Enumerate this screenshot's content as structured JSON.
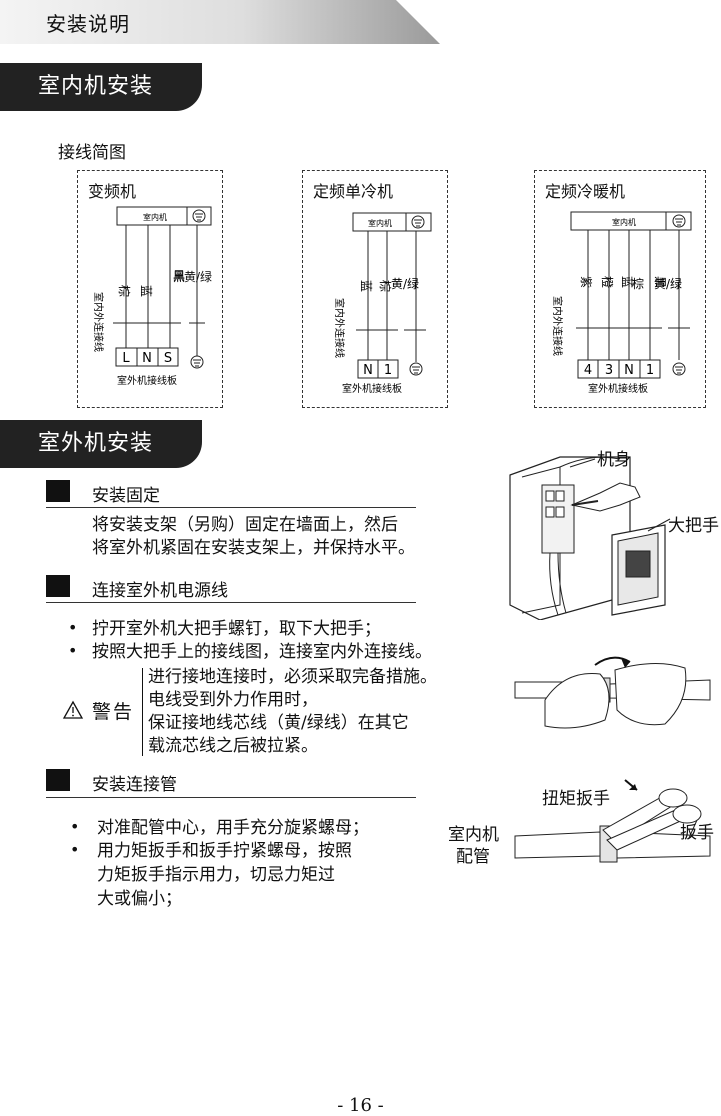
{
  "header": {
    "title": "安装说明"
  },
  "indoor": {
    "section_title": "室内机安装",
    "wiring_title": "接线简图",
    "diagrams": [
      {
        "title": "变频机",
        "unit_label": "室内机",
        "wires": [
          "棕",
          "蓝",
          "黑",
          "黄/绿"
        ],
        "side_label": "室内外连接线",
        "terminals": [
          "L",
          "N",
          "S"
        ],
        "board_label": "室外机接线板"
      },
      {
        "title": "定频单冷机",
        "unit_label": "室内机",
        "wires": [
          "蓝",
          "棕",
          "黄/绿"
        ],
        "side_label": "室内外连接线",
        "terminals": [
          "N",
          "1"
        ],
        "board_label": "室外机接线板"
      },
      {
        "title": "定频冷暖机",
        "unit_label": "室内机",
        "wires": [
          "紫",
          "橙",
          "蓝",
          "棕",
          "黑",
          "黄/绿"
        ],
        "side_label": "室内外连接线",
        "terminals": [
          "4",
          "3",
          "N",
          "1"
        ],
        "board_label": "室外机接线板"
      }
    ]
  },
  "outdoor": {
    "section_title": "室外机安装",
    "fix": {
      "heading": "安装固定",
      "lines": [
        "将安装支架（另购）固定在墙面上，然后",
        "将室外机紧固在安装支架上，并保持水平。"
      ]
    },
    "power": {
      "heading": "连接室外机电源线",
      "bullets": [
        "拧开室外机大把手螺钉，取下大把手；",
        "按照大把手上的接线图，连接室内外连接线。"
      ],
      "warning_label": "警告",
      "warning_lines": [
        "进行接地连接时，必须采取完备措施。",
        "电线受到外力作用时，",
        "保证接地线芯线（黄/绿线）在其它",
        "载流芯线之后被拉紧。"
      ]
    },
    "pipe": {
      "heading": "安装连接管",
      "bullet1": "对准配管中心，用手充分旋紧螺母；",
      "bullet2_lines": [
        "用力矩扳手和扳手拧紧螺母，按照",
        "力矩扳手指示用力，切忌力矩过",
        "大或偏小；"
      ]
    },
    "figure_labels": {
      "body": "机身",
      "handle": "大把手",
      "torque_wrench": "扭矩扳手",
      "wrench": "扳手",
      "pipe_line1": "室内机",
      "pipe_line2": "配管"
    }
  },
  "page_number": "- 16 -"
}
